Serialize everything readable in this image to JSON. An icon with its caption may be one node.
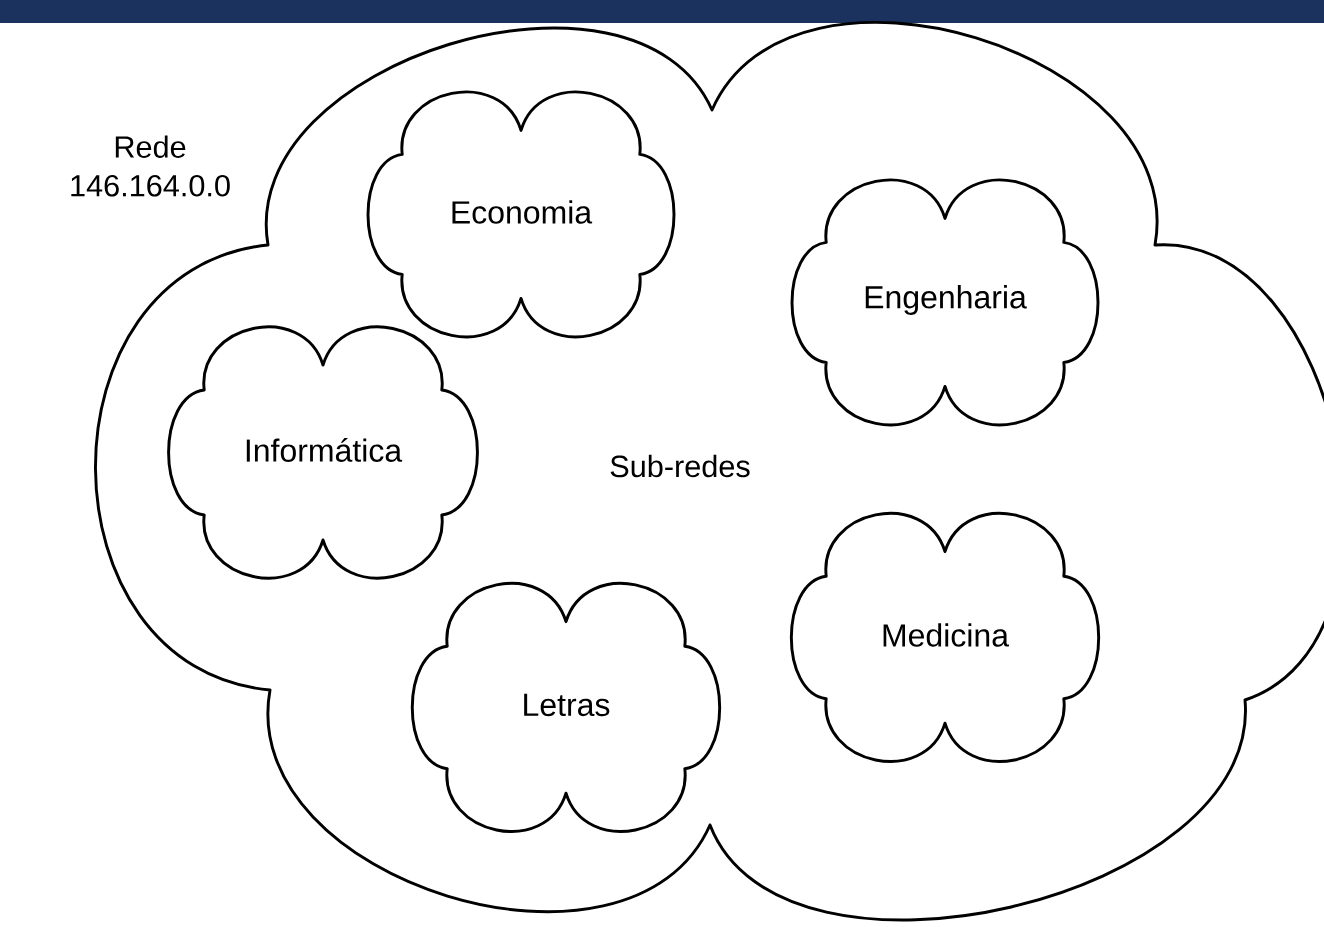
{
  "diagram": {
    "nodes": [
      {
        "text": [
          "Rede 146.164.0.0",
          "Sub-redes"
        ]
      },
      {
        "text": [
          "Economia"
        ],
        "in": 0
      },
      {
        "text": [
          "Engenharia"
        ],
        "in": 0
      },
      {
        "text": [
          "Informática"
        ],
        "in": 0
      },
      {
        "text": [
          "Letras"
        ],
        "in": 0
      },
      {
        "text": [
          "Medicina"
        ],
        "in": 0
      }
    ]
  }
}
